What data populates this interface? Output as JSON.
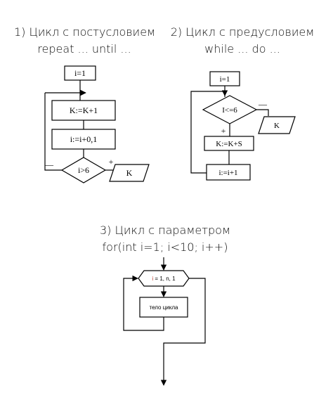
{
  "section1": {
    "title": "1) Цикл с постусловием",
    "subtitle": "repeat ... until ...",
    "init": "i=1",
    "body1": "K:=K+1",
    "body2": "i:=i+0,1",
    "condition": "i>6",
    "output": "K",
    "plus": "+",
    "minus": "—"
  },
  "section2": {
    "title": "2) Цикл с предусловием",
    "subtitle": "while ... do ...",
    "init": "i=1",
    "condition": "I<=6",
    "output": "K",
    "body1": "K:=K+S",
    "body2": "i:=i+1",
    "plus": "+",
    "minus": "—"
  },
  "section3": {
    "title": "3) Цикл с параметром",
    "subtitle": "for(int i=1; i<10; i++)",
    "header_var": "i",
    "header_rest": " = 1, n, 1",
    "body": "тело цикла"
  }
}
